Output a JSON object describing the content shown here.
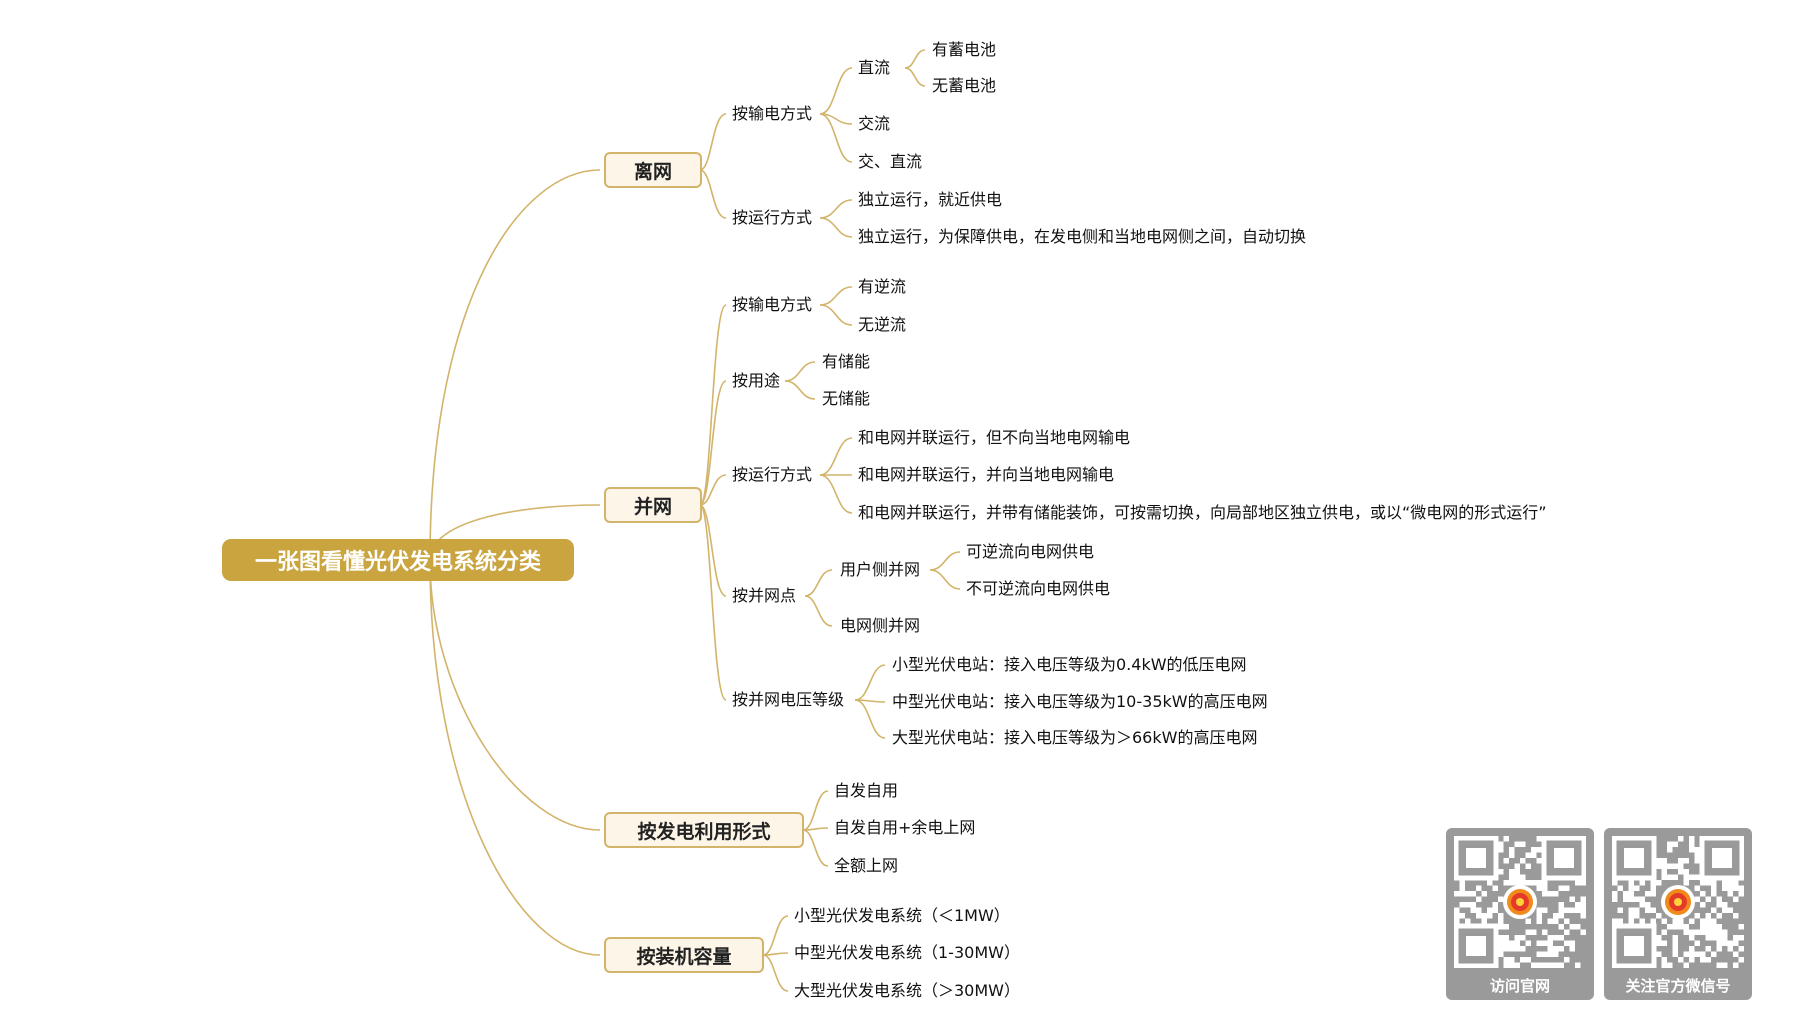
{
  "root": "一张图看懂光伏发电系统分类",
  "branches": {
    "offgrid": {
      "label": "离网",
      "by_transmission": {
        "label": "按输电方式",
        "dc": {
          "label": "直流",
          "with_battery": "有蓄电池",
          "without_battery": "无蓄电池"
        },
        "ac": "交流",
        "acdc": "交、直流"
      },
      "by_operation": {
        "label": "按运行方式",
        "items": [
          "独立运行，就近供电",
          "独立运行，为保障供电，在发电侧和当地电网侧之间，自动切换"
        ]
      }
    },
    "grid": {
      "label": "并网",
      "by_transmission": {
        "label": "按输电方式",
        "items": [
          "有逆流",
          "无逆流"
        ]
      },
      "by_use": {
        "label": "按用途",
        "items": [
          "有储能",
          "无储能"
        ]
      },
      "by_operation": {
        "label": "按运行方式",
        "items": [
          "和电网并联运行，但不向当地电网输电",
          "和电网并联运行，并向当地电网输电",
          "和电网并联运行，并带有储能装饰，可按需切换，向局部地区独立供电，或以“微电网的形式运行”"
        ]
      },
      "by_point": {
        "label": "按并网点",
        "user_side": {
          "label": "用户侧并网",
          "items": [
            "可逆流向电网供电",
            "不可逆流向电网供电"
          ]
        },
        "grid_side": "电网侧并网"
      },
      "by_voltage": {
        "label": "按并网电压等级",
        "items": [
          "小型光伏电站：接入电压等级为0.4kW的低压电网",
          "中型光伏电站：接入电压等级为10-35kW的高压电网",
          "大型光伏电站：接入电压等级为＞66kW的高压电网"
        ]
      }
    },
    "usage": {
      "label": "按发电利用形式",
      "items": [
        "自发自用",
        "自发自用+余电上网",
        "全额上网"
      ]
    },
    "capacity": {
      "label": "按装机容量",
      "items": [
        "小型光伏发电系统（＜1MW）",
        "中型光伏发电系统（1-30MW）",
        "大型光伏发电系统（＞30MW）"
      ]
    }
  },
  "qr_codes": [
    {
      "label": "访问官网"
    },
    {
      "label": "关注官方微信号"
    }
  ],
  "colors": {
    "root_fill": "#c9a43f",
    "line": "#d2b46a",
    "box_fill": "#fdf6e8",
    "qr_bg": "#9a9a9a"
  }
}
